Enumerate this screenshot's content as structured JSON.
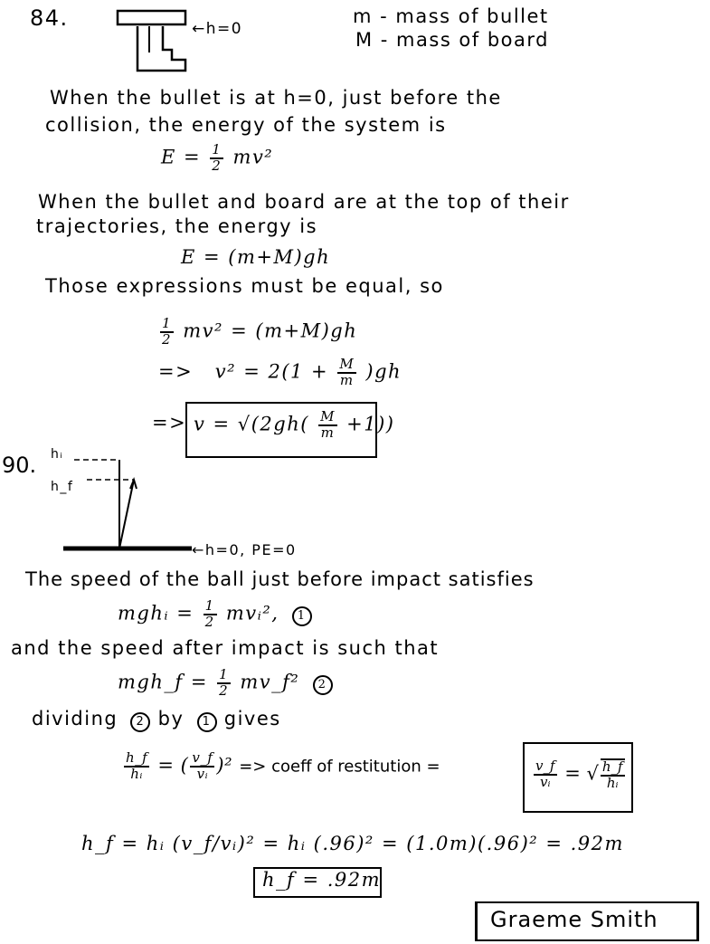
{
  "problem84": {
    "number": "84.",
    "diagram_label": "←h=0",
    "def_m": "m - mass of bullet",
    "def_M": "M - mass of board",
    "line1": "When the bullet is at h=0, just before the",
    "line2": "collision, the energy of the system is",
    "eq1_lhs": "E =",
    "eq1_num": "1",
    "eq1_den": "2",
    "eq1_rhs": "mv²",
    "line3": "When the bullet and board are at the top of their",
    "line4": "trajectories, the energy is",
    "eq2": "E = (m+M)gh",
    "line5": "Those expressions must be equal, so",
    "eq3_num": "1",
    "eq3_den": "2",
    "eq3_rest": "mv² = (m+M)gh",
    "eq4_arrow": "=>",
    "eq4_lhs": "v² = 2(1 +",
    "eq4_num": "M",
    "eq4_den": "m",
    "eq4_rhs": ")gh",
    "eq5_arrow": "=>",
    "eq5_lhs": "v = √(2gh(",
    "eq5_num": "M",
    "eq5_den": "m",
    "eq5_rhs": "+1))"
  },
  "problem90": {
    "number": "90.",
    "hi_label": "hᵢ",
    "hf_label": "h_f",
    "ground_label": "←h=0, PE=0",
    "line1": "The speed of the ball just before impact satisfies",
    "eq1_lhs": "mghᵢ =",
    "eq1_num": "1",
    "eq1_den": "2",
    "eq1_rhs": "mvᵢ²,",
    "eq1_tag": "1",
    "line2": "and the speed after impact is such that",
    "eq2_lhs": "mgh_f =",
    "eq2_num": "1",
    "eq2_den": "2",
    "eq2_rhs": "mv_f²",
    "eq2_tag": "2",
    "line3_a": "dividing",
    "line3_tag2": "2",
    "line3_b": "by",
    "line3_tag1": "1",
    "line3_c": "gives",
    "ratio_num": "h_f",
    "ratio_den": "hᵢ",
    "ratio_mid": "= (",
    "ratio_vnum": "v_f",
    "ratio_vden": "vᵢ",
    "ratio_end": ")²",
    "ratio_text": "=> coeff of restitution =",
    "coef_num": "v_f",
    "coef_den": "vᵢ",
    "coef_eq": "= √",
    "coef_hnum": "h_f",
    "coef_hden": "hᵢ",
    "final_line": "h_f = hᵢ (v_f/vᵢ)² = hᵢ (.96)² = (1.0m)(.96)² = .92m",
    "answer": "h_f = .92m"
  },
  "signature": "Graeme Smith"
}
